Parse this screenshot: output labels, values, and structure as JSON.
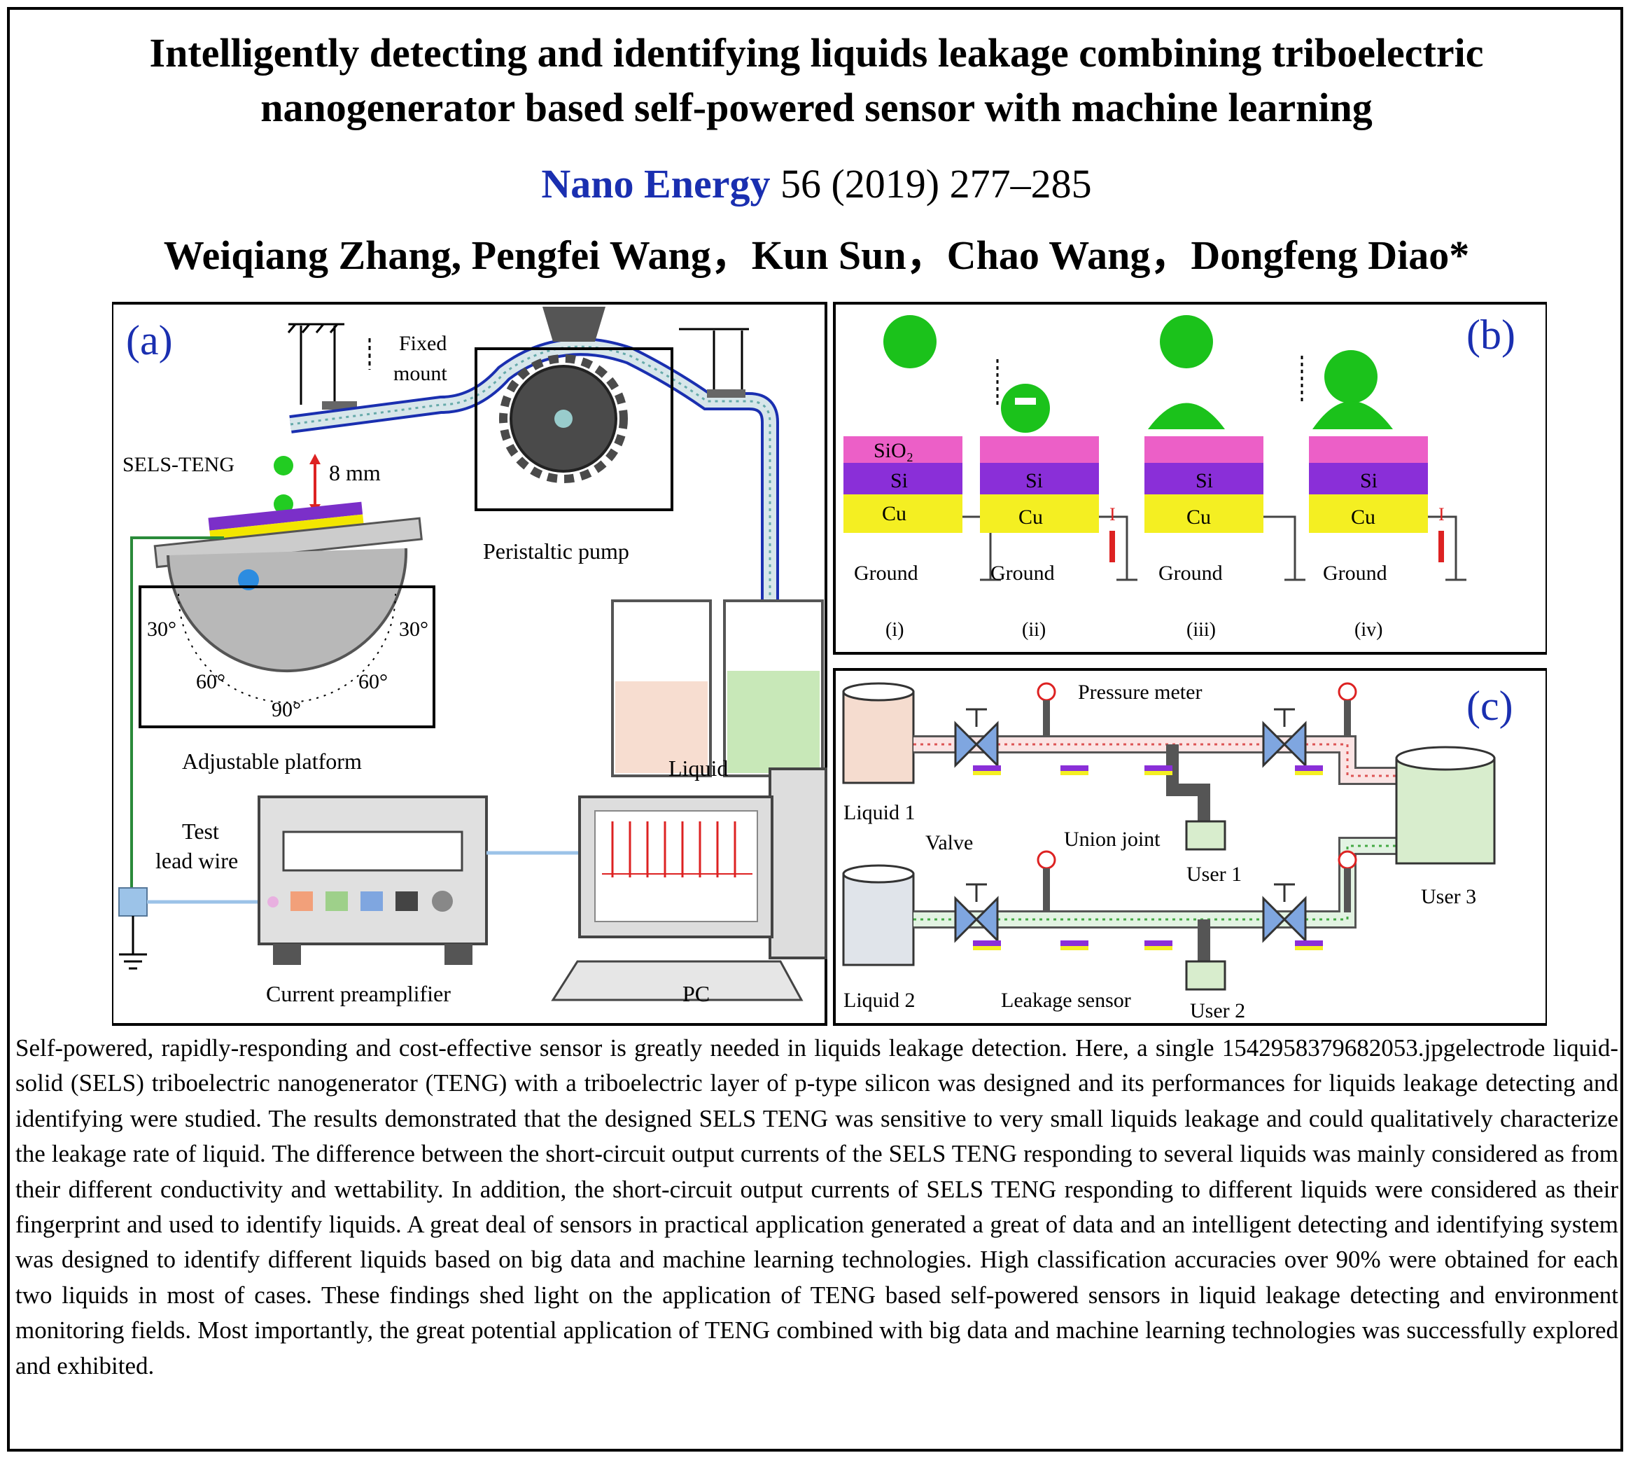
{
  "paper": {
    "title_line1": "Intelligently detecting and identifying liquids leakage combining triboelectric",
    "title_line2": "nanogenerator based self-powered sensor with machine learning",
    "journal_name": "Nano Energy",
    "citation": " 56 (2019) 277–285",
    "authors": "Weiqiang Zhang, Pengfei Wang，Kun Sun，Chao Wang，Dongfeng Diao*"
  },
  "figure": {
    "panel_a": {
      "label": "(a)",
      "fixed": "Fixed",
      "mount": "mount",
      "sels_teng": "SELS-TENG",
      "distance": "8 mm",
      "pump": "Peristaltic pump",
      "angle_30_left": "30°",
      "angle_60_left": "60°",
      "angle_90": "90°",
      "angle_60_right": "60°",
      "angle_30_right": "30°",
      "platform": "Adjustable platform",
      "liquid": "Liquid",
      "test": "Test",
      "lead_wire": "lead wire",
      "preamp": "Current preamplifier",
      "pc": "PC"
    },
    "panel_b": {
      "label": "(b)",
      "sio2": "SiO₂",
      "si": "Si",
      "cu": "Cu",
      "ground": "Ground",
      "current": "I",
      "stages": [
        "(i)",
        "(ii)",
        "(iii)",
        "(iv)"
      ]
    },
    "panel_c": {
      "label": "(c)",
      "pressure_meter": "Pressure meter",
      "liquid1": "Liquid 1",
      "liquid2": "Liquid 2",
      "valve": "Valve",
      "union_joint": "Union joint",
      "user1": "User 1",
      "user2": "User 2",
      "user3": "User 3",
      "leakage_sensor": "Leakage sensor"
    }
  },
  "abstract": "Self-powered, rapidly-responding and cost-effective sensor is greatly needed in liquids leakage detection. Here, a single 1542958379682053.jpgelectrode liquid-solid (SELS) triboelectric nanogenerator (TENG) with a triboelectric layer of p-type silicon was designed and its performances for liquids leakage detecting and identifying were studied. The results demonstrated that the designed SELS TENG was sensitive to very small liquids leakage and could qualitatively characterize the leakage rate of liquid. The difference between the short-circuit output currents of the SELS TENG responding to several liquids was mainly considered as from their different conductivity and wettability. In addition, the short-circuit output currents of SELS TENG responding to different liquids were considered as their fingerprint and used to identify liquids. A great deal of sensors in practical application generated a great of data and an intelligent detecting and identifying system was designed to identify different liquids based on big data and machine learning technologies. High classification accuracies over 90% were obtained for each two liquids in most of cases. These findings shed light on the application of TENG based self-powered sensors in liquid leakage detecting and environment monitoring fields. Most importantly, the great potential application of TENG combined with big data and machine learning technologies was successfully explored and exhibited."
}
